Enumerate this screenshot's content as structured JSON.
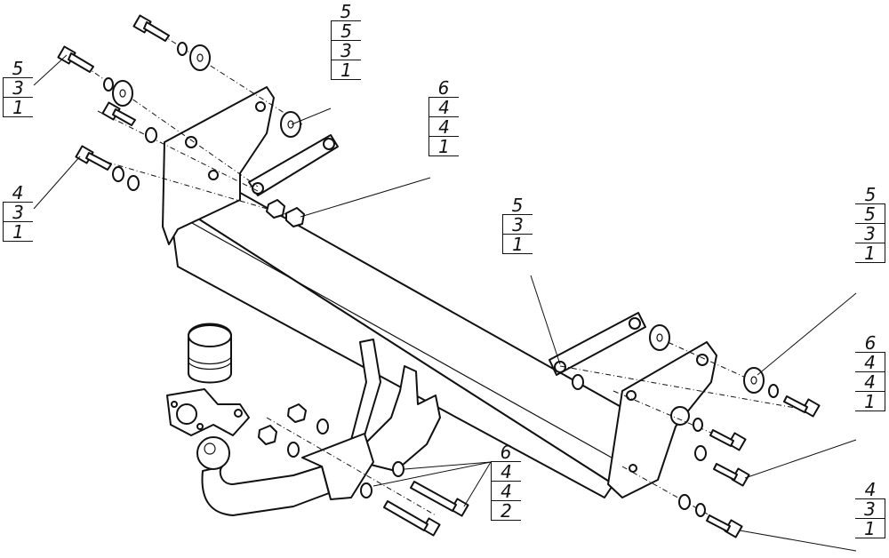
{
  "diagram": {
    "callouts": [
      {
        "id": "c1",
        "rows": [
          "5",
          "3",
          "1"
        ]
      },
      {
        "id": "c2",
        "rows": [
          "5",
          "5",
          "3",
          "1"
        ]
      },
      {
        "id": "c3",
        "rows": [
          "4",
          "3",
          "1"
        ]
      },
      {
        "id": "c4",
        "rows": [
          "6",
          "4",
          "4",
          "1"
        ]
      },
      {
        "id": "c5",
        "rows": [
          "5",
          "3",
          "1"
        ]
      },
      {
        "id": "c6",
        "rows": [
          "5",
          "5",
          "3",
          "1"
        ]
      },
      {
        "id": "c7",
        "rows": [
          "6",
          "4",
          "4",
          "1"
        ]
      },
      {
        "id": "c8",
        "rows": [
          "6",
          "4",
          "4",
          "2"
        ]
      },
      {
        "id": "c9",
        "rows": [
          "4",
          "3",
          "1"
        ]
      }
    ]
  }
}
